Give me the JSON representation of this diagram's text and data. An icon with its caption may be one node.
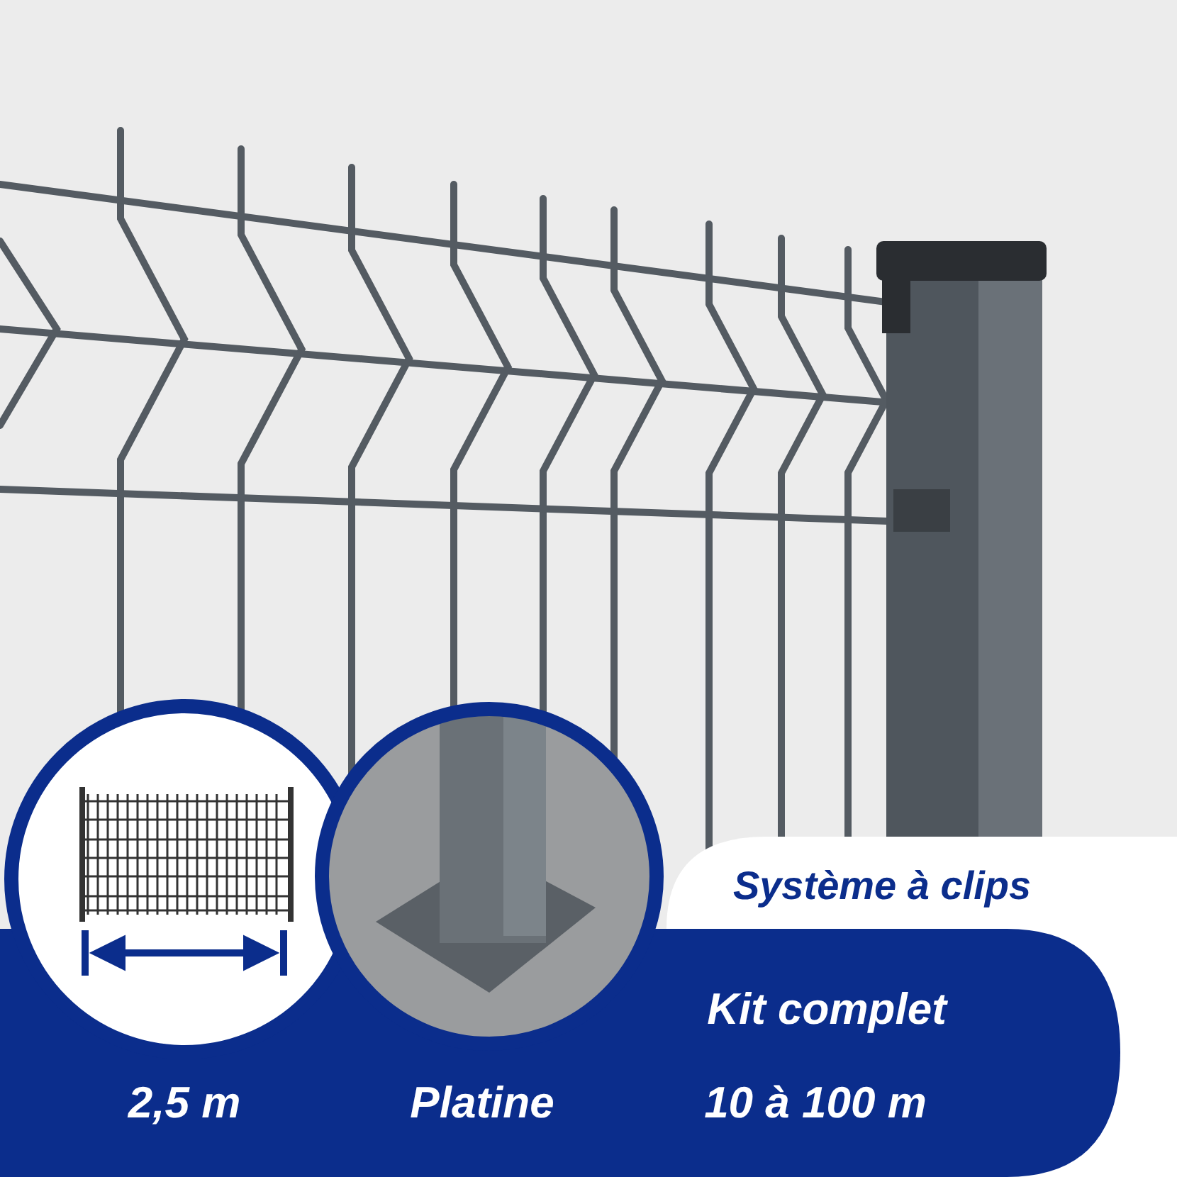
{
  "diagram": {
    "labels": [
      "Système à clips",
      "Kit complet",
      "2,5 m",
      "Platine",
      "10 à 100 m"
    ]
  }
}
